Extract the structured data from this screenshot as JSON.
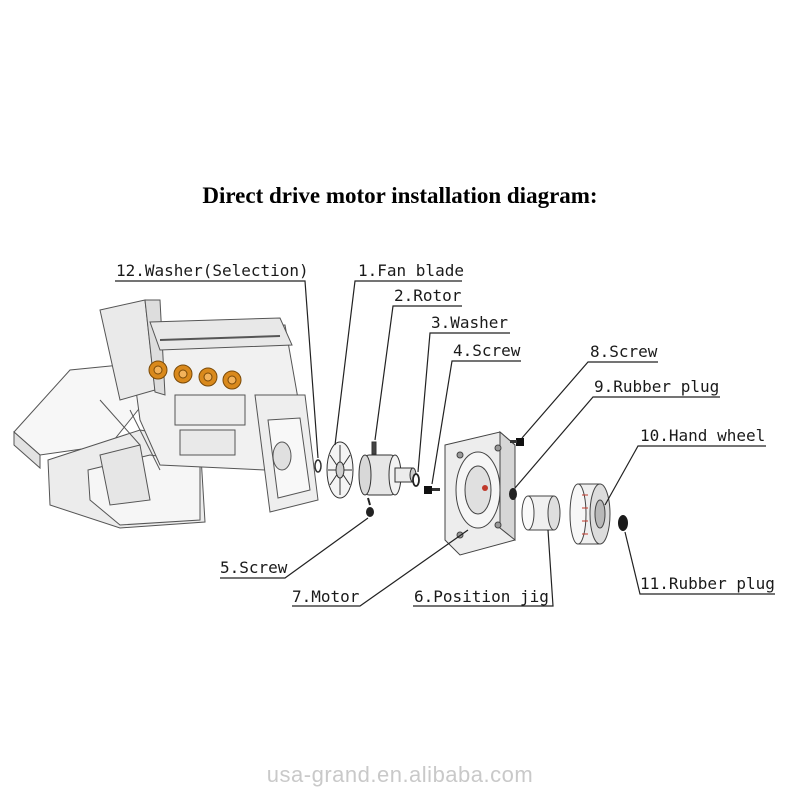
{
  "title": "Direct drive motor installation diagram:",
  "watermark": "usa-grand.en.alibaba.com",
  "parts": [
    {
      "id": "fan-blade",
      "label": "1.Fan blade"
    },
    {
      "id": "rotor",
      "label": "2.Rotor"
    },
    {
      "id": "washer",
      "label": "3.Washer"
    },
    {
      "id": "screw-4",
      "label": "4.Screw"
    },
    {
      "id": "screw-5",
      "label": "5.Screw"
    },
    {
      "id": "position-jig",
      "label": "6.Position jig"
    },
    {
      "id": "motor",
      "label": "7.Motor"
    },
    {
      "id": "screw-8",
      "label": "8.Screw"
    },
    {
      "id": "rubber-plug-9",
      "label": "9.Rubber plug"
    },
    {
      "id": "hand-wheel",
      "label": "10.Hand wheel"
    },
    {
      "id": "rubber-plug-11",
      "label": "11.Rubber plug"
    },
    {
      "id": "washer-selection",
      "label": "12.Washer(Selection)"
    }
  ],
  "colors": {
    "knob": "#d9891c",
    "line": "#222222",
    "body": "#f2f2f2",
    "outline": "#555555"
  }
}
